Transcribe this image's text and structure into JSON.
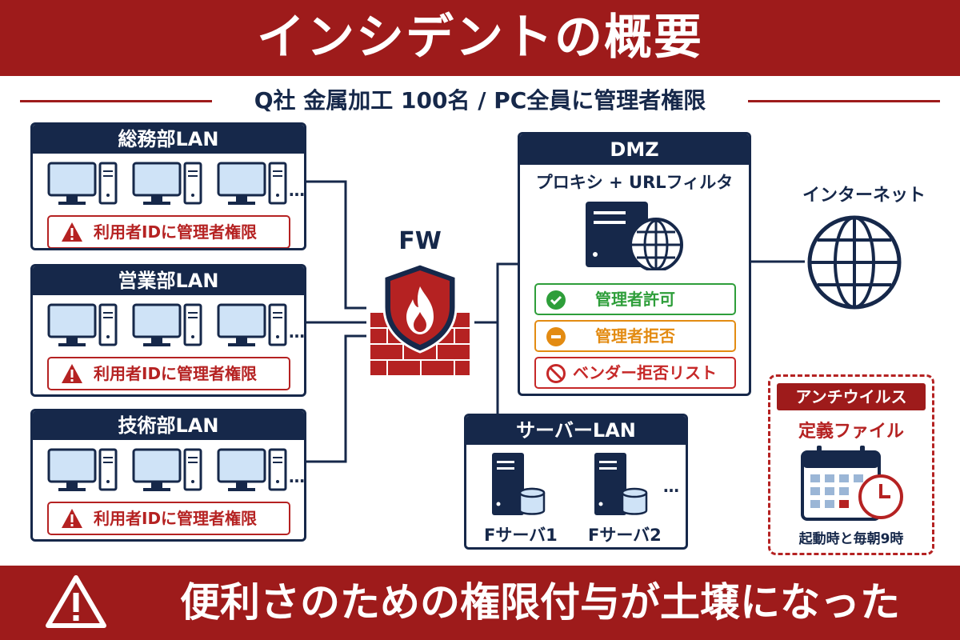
{
  "title": "インシデントの概要",
  "subtitle": "Q社 金属加工 100名 / PC全員に管理者権限",
  "lans": [
    {
      "name": "総務部LAN",
      "warning": "利用者IDに管理者権限"
    },
    {
      "name": "営業部LAN",
      "warning": "利用者IDに管理者権限"
    },
    {
      "name": "技術部LAN",
      "warning": "利用者IDに管理者権限"
    }
  ],
  "pc_more": "…",
  "firewall": {
    "label": "FW",
    "icon": "firewall-icon"
  },
  "dmz": {
    "title": "DMZ",
    "proxy": "プロキシ + URLフィルタ",
    "statuses": [
      {
        "label": "管理者許可",
        "icon": "check-circle-icon",
        "color": "#2e9e3a"
      },
      {
        "label": "管理者拒否",
        "icon": "minus-circle-icon",
        "color": "#e38b12"
      },
      {
        "label": "ベンダー拒否リスト",
        "icon": "prohibited-icon",
        "color": "#c62828"
      }
    ]
  },
  "internet": {
    "label": "インターネット",
    "icon": "globe-icon"
  },
  "server_lan": {
    "title": "サーバーLAN",
    "servers": [
      "Fサーバ1",
      "Fサーバ2"
    ],
    "more": "…"
  },
  "antivirus": {
    "title": "アンチウイルス",
    "subtitle": "定義ファイル",
    "schedule": "起動時と毎朝9時",
    "icon": "calendar-clock-icon"
  },
  "footer": "便利さのための権限付与が土壌になった",
  "colors": {
    "primary_red": "#9e1b1b",
    "navy": "#16284a",
    "light_blue": "#cfe3f7"
  }
}
